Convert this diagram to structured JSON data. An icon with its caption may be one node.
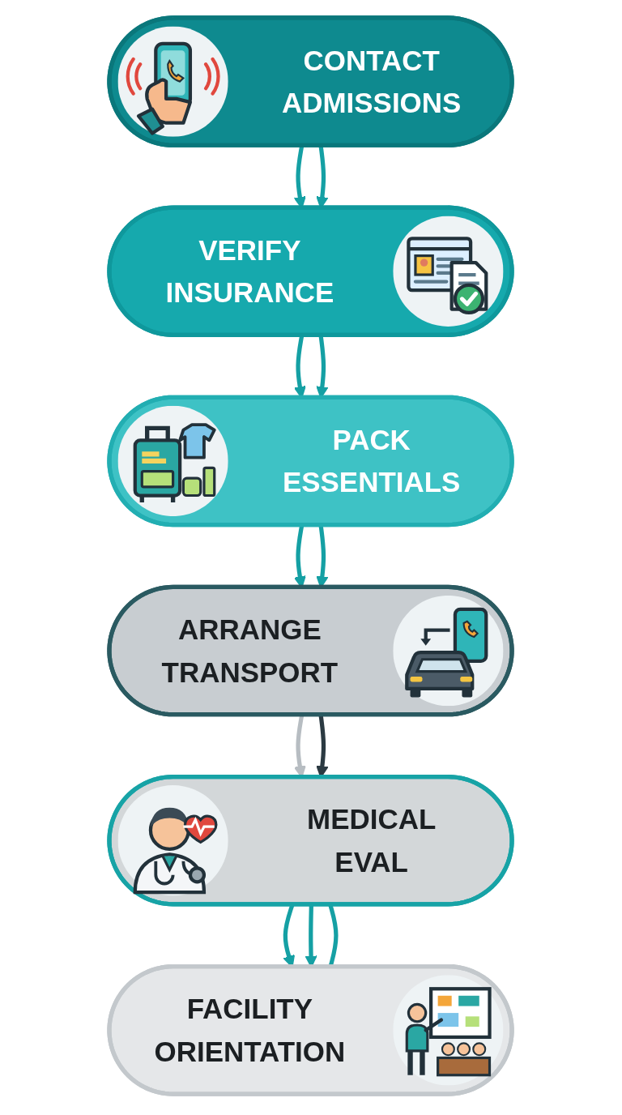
{
  "diagram": {
    "nodes": [
      {
        "text": [
          "CONTACT ADMISSIONS"
        ]
      },
      {
        "text": [
          "VERIFY INSURANCE"
        ]
      },
      {
        "text": [
          "PACK ESSENTIALS"
        ]
      },
      {
        "text": [
          "ARRANGE TRANSPORT"
        ]
      },
      {
        "text": [
          "MEDICAL EVAL"
        ]
      },
      {
        "text": [
          "FACILITY ORIENTATION"
        ]
      }
    ],
    "edges": [
      {
        "from": 0,
        "to": 1,
        "arrow": "to"
      },
      {
        "from": 0,
        "to": 1,
        "arrow": "to"
      },
      {
        "from": 1,
        "to": 2,
        "arrow": "to"
      },
      {
        "from": 1,
        "to": 2,
        "arrow": "to"
      },
      {
        "from": 2,
        "to": 3,
        "arrow": "to"
      },
      {
        "from": 2,
        "to": 3,
        "arrow": "to"
      },
      {
        "from": 3,
        "to": 4,
        "arrow": "to",
        "color": "#b7bdc2"
      },
      {
        "from": 3,
        "to": 4,
        "arrow": "to",
        "color": "#2b3a42"
      },
      {
        "from": 4,
        "to": 5,
        "arrow": "to"
      },
      {
        "from": 4,
        "to": 5,
        "arrow": "to"
      },
      {
        "from": 4,
        "to": 5,
        "arrow": "none"
      }
    ]
  }
}
